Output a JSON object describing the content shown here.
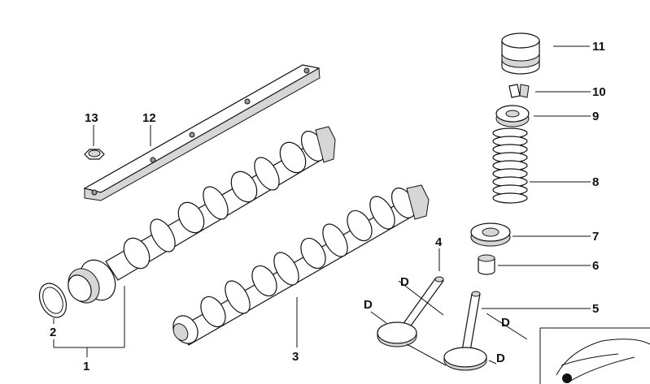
{
  "callouts": {
    "n1": "1",
    "n2": "2",
    "n3": "3",
    "n4": "4",
    "n5": "5",
    "n6": "6",
    "n7": "7",
    "n8": "8",
    "n9": "9",
    "n10": "10",
    "n11": "11",
    "n12": "12",
    "n13": "13",
    "d1": "D",
    "d2": "D",
    "d3": "D",
    "d4": "D"
  }
}
